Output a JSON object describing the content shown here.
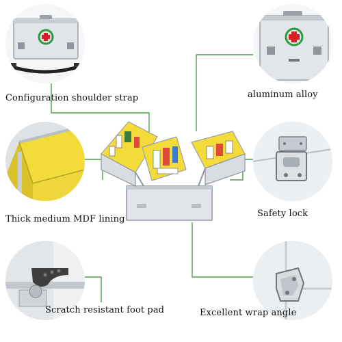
{
  "features": {
    "shoulder_strap": {
      "label": "Configuration shoulder strap",
      "icon": "case-with-strap-icon"
    },
    "aluminum": {
      "label": "aluminum alloy",
      "icon": "case-front-icon"
    },
    "mdf": {
      "label": "Thick medium MDF lining",
      "icon": "yellow-lining-icon"
    },
    "lock": {
      "label": "Safety lock",
      "icon": "latch-lock-icon"
    },
    "foot_pad": {
      "label": "Scratch resistant foot pad",
      "icon": "foot-pad-icon"
    },
    "wrap_angle": {
      "label": "Excellent wrap angle",
      "icon": "corner-guard-icon"
    }
  },
  "product": {
    "icon": "open-medicine-case-icon"
  },
  "colors": {
    "connector": "#2e8b2e",
    "lining": "#f3dc3a",
    "aluminum": "#d9dde1",
    "cross": "#d61f26",
    "wreath": "#2a9d3a"
  }
}
